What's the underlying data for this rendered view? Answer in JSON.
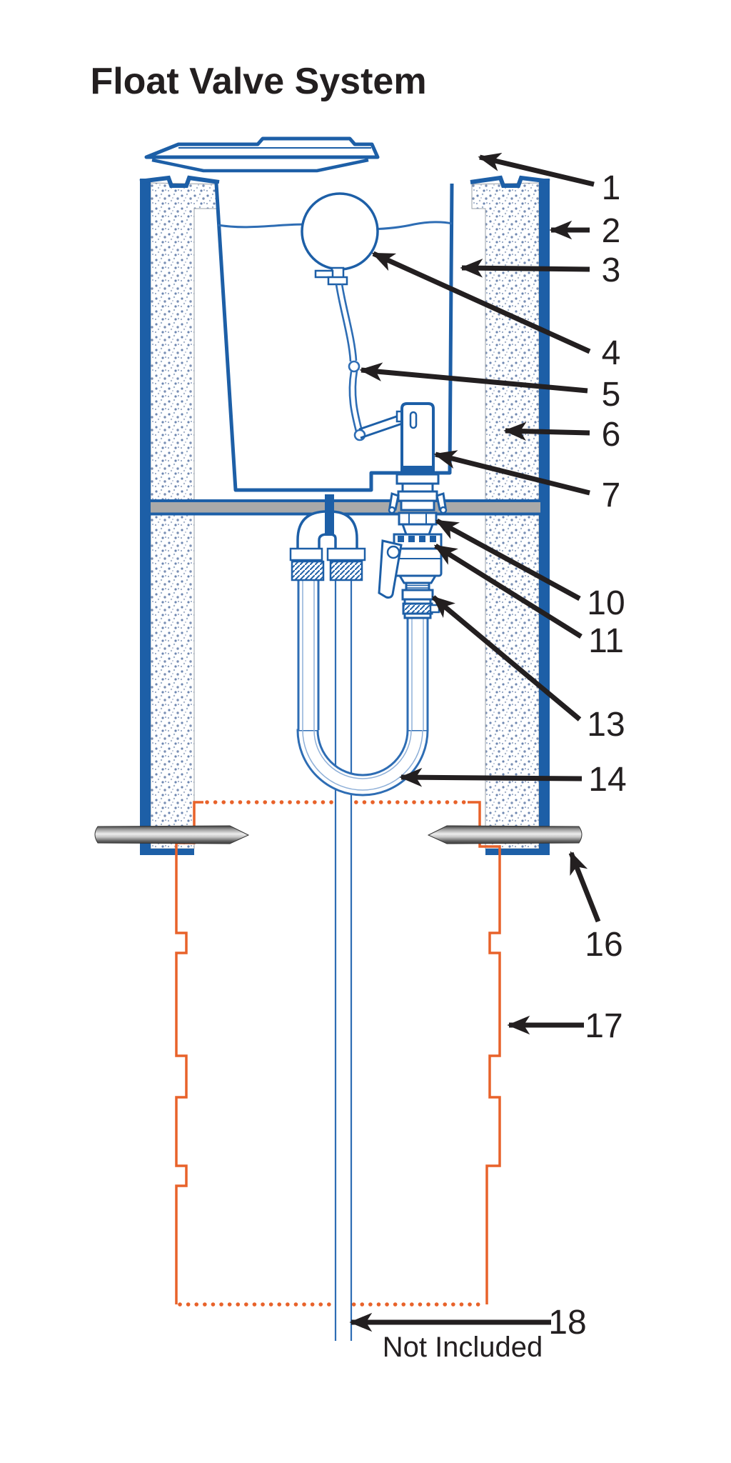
{
  "title": "Float Valve System",
  "note": {
    "label": "Not Included"
  },
  "colors": {
    "outline_blue": "#1d5fa7",
    "pipe_blue": "#2e6db4",
    "casing_orange": "#e8622a",
    "floor_gray": "#a9a9a9",
    "collar_steel": "#8c8c8c",
    "callout_black": "#231f20"
  },
  "callouts": [
    {
      "number": "1",
      "target": "tank-lid"
    },
    {
      "number": "2",
      "target": "outer-wall"
    },
    {
      "number": "3",
      "target": "tank-liner-wall"
    },
    {
      "number": "4",
      "target": "float-ball"
    },
    {
      "number": "5",
      "target": "float-rod-link"
    },
    {
      "number": "6",
      "target": "insulation-fill"
    },
    {
      "number": "7",
      "target": "float-valve-body"
    },
    {
      "number": "10",
      "target": "coupling-upper"
    },
    {
      "number": "11",
      "target": "shutoff-valve"
    },
    {
      "number": "13",
      "target": "hose-fitting"
    },
    {
      "number": "14",
      "target": "supply-hose-loop"
    },
    {
      "number": "16",
      "target": "well-seal-collar"
    },
    {
      "number": "17",
      "target": "well-casing"
    },
    {
      "number": "18",
      "target": "drop-pipe"
    }
  ]
}
